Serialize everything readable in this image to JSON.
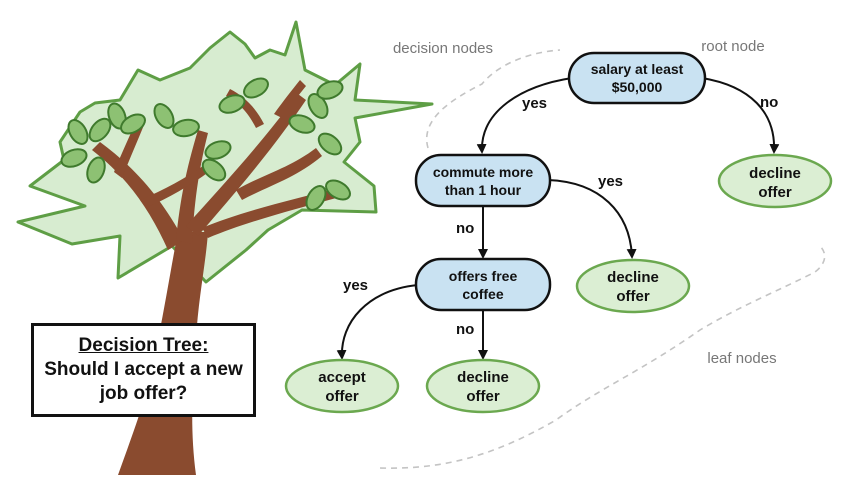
{
  "title": {
    "line1": "Decision Tree:",
    "line2": "Should I accept a new",
    "line3": "job offer?"
  },
  "annotations": {
    "decision_nodes": "decision nodes",
    "root_node": "root node",
    "leaf_nodes": "leaf nodes"
  },
  "nodes": {
    "root": {
      "line1": "salary at least",
      "line2": "$50,000"
    },
    "commute": {
      "line1": "commute more",
      "line2": "than 1 hour"
    },
    "coffee": {
      "line1": "offers free",
      "line2": "coffee"
    },
    "leaf_root_no": {
      "line1": "decline",
      "line2": "offer"
    },
    "leaf_commute_yes": {
      "line1": "decline",
      "line2": "offer"
    },
    "leaf_coffee_yes": {
      "line1": "accept",
      "line2": "offer"
    },
    "leaf_coffee_no": {
      "line1": "decline",
      "line2": "offer"
    }
  },
  "edges": {
    "root_yes": "yes",
    "root_no": "no",
    "commute_yes": "yes",
    "commute_no": "no",
    "coffee_yes": "yes",
    "coffee_no": "no"
  },
  "colors": {
    "decision_fill": "#c9e2f2",
    "leaf_fill": "#dbeed3",
    "leaf_stroke": "#6ba84f",
    "canopy_fill": "#d7ecd0",
    "canopy_stroke": "#5e9e45",
    "trunk": "#8a4b2f",
    "leaf_green": "#8dc173"
  }
}
